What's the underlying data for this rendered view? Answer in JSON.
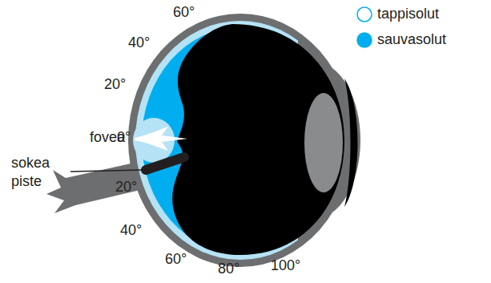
{
  "diagram": {
    "labels": [
      "60°",
      "40°",
      "20°",
      "fovea",
      "0°",
      "sokea piste",
      "20°",
      "40°",
      "60°",
      "80°",
      "100°"
    ],
    "legend": [
      {
        "text": "tappisolut",
        "color": "#ffffff"
      },
      {
        "text": "sauvasolut",
        "color": "#00aeef"
      }
    ]
  }
}
